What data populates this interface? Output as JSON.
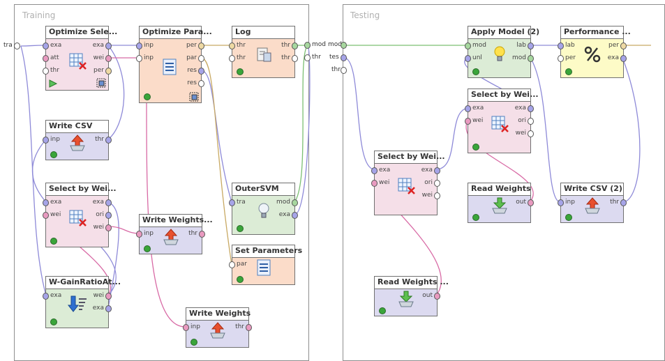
{
  "panels": {
    "training": "Training",
    "testing": "Testing"
  },
  "left_ports": {
    "training_in": "tra"
  },
  "middle_ports": {
    "mod_out": "mod",
    "mod_in": "mod",
    "thr_out": "thr",
    "tes_in": "tes",
    "thr_in": "thr"
  },
  "operators": {
    "optimize_selection": {
      "title": "Optimize Sele...",
      "in": [
        "exa",
        "att",
        "thr"
      ],
      "out": [
        "exa",
        "wei",
        "per"
      ]
    },
    "optimize_parameters": {
      "title": "Optimize Para...",
      "in": [
        "inp",
        "inp"
      ],
      "out": [
        "per",
        "par",
        "res",
        "res"
      ]
    },
    "log": {
      "title": "Log",
      "in": [
        "thr",
        "thr"
      ],
      "out": [
        "thr",
        "thr"
      ]
    },
    "write_csv": {
      "title": "Write CSV",
      "in": [
        "inp"
      ],
      "out": [
        "thr"
      ]
    },
    "select_by_weights_train": {
      "title": "Select by Wei...",
      "in": [
        "exa",
        "wei"
      ],
      "out": [
        "exa",
        "ori",
        "wei"
      ]
    },
    "write_weights_1": {
      "title": "Write Weights...",
      "in": [
        "inp"
      ],
      "out": [
        "thr"
      ]
    },
    "outer_svm": {
      "title": "OuterSVM",
      "in": [
        "tra"
      ],
      "out": [
        "mod",
        "exa"
      ]
    },
    "set_parameters": {
      "title": "Set Parameters",
      "in": [
        "par"
      ],
      "out": []
    },
    "w_gainratio": {
      "title": "W-GainRatioAt...",
      "in": [
        "exa"
      ],
      "out": [
        "wei",
        "exa"
      ]
    },
    "write_weights_2": {
      "title": "Write Weights",
      "in": [
        "inp"
      ],
      "out": [
        "thr"
      ]
    },
    "apply_model": {
      "title": "Apply Model (2)",
      "in": [
        "mod",
        "unl"
      ],
      "out": [
        "lab",
        "mod"
      ]
    },
    "performance": {
      "title": "Performance ...",
      "in": [
        "lab",
        "per"
      ],
      "out": [
        "per",
        "exa"
      ]
    },
    "select_by_weights_t1": {
      "title": "Select by Wei...",
      "in": [
        "exa",
        "wei"
      ],
      "out": [
        "exa",
        "ori",
        "wei"
      ]
    },
    "select_by_weights_t2": {
      "title": "Select by Wei...",
      "in": [
        "exa",
        "wei"
      ],
      "out": [
        "exa",
        "ori",
        "wei"
      ]
    },
    "read_weights_1": {
      "title": "Read Weights",
      "in": [],
      "out": [
        "out"
      ]
    },
    "write_csv_2": {
      "title": "Write CSV (2)",
      "in": [
        "inp"
      ],
      "out": [
        "thr"
      ]
    },
    "read_weights_2": {
      "title": "Read Weights ...",
      "in": [],
      "out": [
        "out"
      ]
    }
  }
}
